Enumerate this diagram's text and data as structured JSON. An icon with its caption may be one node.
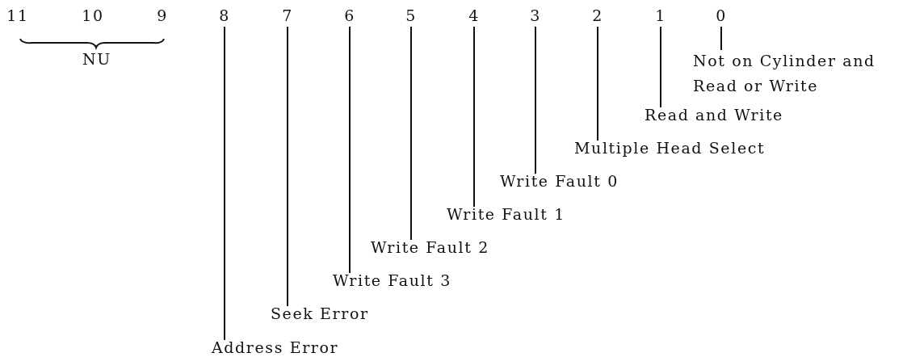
{
  "diagram": {
    "nodes": [
      {
        "text": [
          "8"
        ]
      },
      {
        "text": [
          "7"
        ]
      },
      {
        "text": [
          "6"
        ]
      },
      {
        "text": [
          "5"
        ]
      },
      {
        "text": [
          "4"
        ]
      },
      {
        "text": [
          "3"
        ]
      },
      {
        "text": [
          "2"
        ]
      },
      {
        "text": [
          "1"
        ]
      },
      {
        "text": [
          "0"
        ]
      },
      {
        "text": [
          "Address Error"
        ]
      },
      {
        "text": [
          "Seek Error"
        ]
      },
      {
        "text": [
          "Write Fault 3"
        ]
      },
      {
        "text": [
          "Write Fault 2"
        ]
      },
      {
        "text": [
          "Write Fault 1"
        ]
      },
      {
        "text": [
          "Write Fault 0"
        ]
      },
      {
        "text": [
          "Multiple Head Select"
        ]
      },
      {
        "text": [
          "Read and Write"
        ]
      },
      {
        "text": [
          "Not on Cylinder and Read or Write"
        ]
      }
    ],
    "edges": [
      {
        "from": 0,
        "to": 9,
        "arrow": "none"
      },
      {
        "from": 1,
        "to": 10,
        "arrow": "none"
      },
      {
        "from": 2,
        "to": 11,
        "arrow": "none"
      },
      {
        "from": 3,
        "to": 12,
        "arrow": "none"
      },
      {
        "from": 4,
        "to": 13,
        "arrow": "none"
      },
      {
        "from": 5,
        "to": 14,
        "arrow": "none"
      },
      {
        "from": 6,
        "to": 15,
        "arrow": "none"
      },
      {
        "from": 7,
        "to": 16,
        "arrow": "none"
      },
      {
        "from": 8,
        "to": 17,
        "arrow": "none"
      }
    ],
    "labels": [
      "11",
      "10",
      "9",
      "NU"
    ]
  }
}
